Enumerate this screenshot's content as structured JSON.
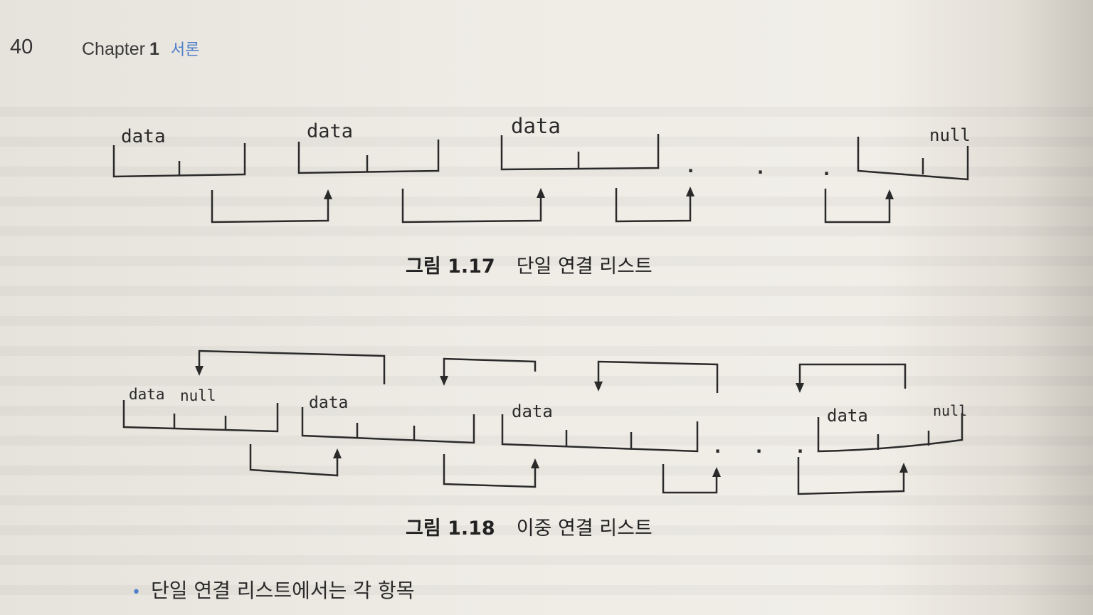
{
  "header": {
    "page_number": "40",
    "chapter_label": "Chapter",
    "chapter_number": "1",
    "chapter_title": "서론"
  },
  "figure_1_17": {
    "label": "그림 1.17",
    "title": "단일 연결 리스트",
    "node_texts": [
      "data",
      "data",
      "data",
      "null"
    ],
    "ellipsis": [
      "·",
      "·",
      "·"
    ]
  },
  "figure_1_18": {
    "label": "그림 1.18",
    "title": "이중 연결 리스트",
    "node_texts": [
      "data",
      "null",
      "data",
      "data",
      "data",
      "null"
    ],
    "ellipsis": [
      "·",
      "·",
      "·"
    ]
  },
  "body_text": {
    "bullet": "•",
    "text": "단일 연결 리스트에서는 각 항목"
  },
  "colors": {
    "accent": "#4f7fc9",
    "ink": "#222222"
  }
}
